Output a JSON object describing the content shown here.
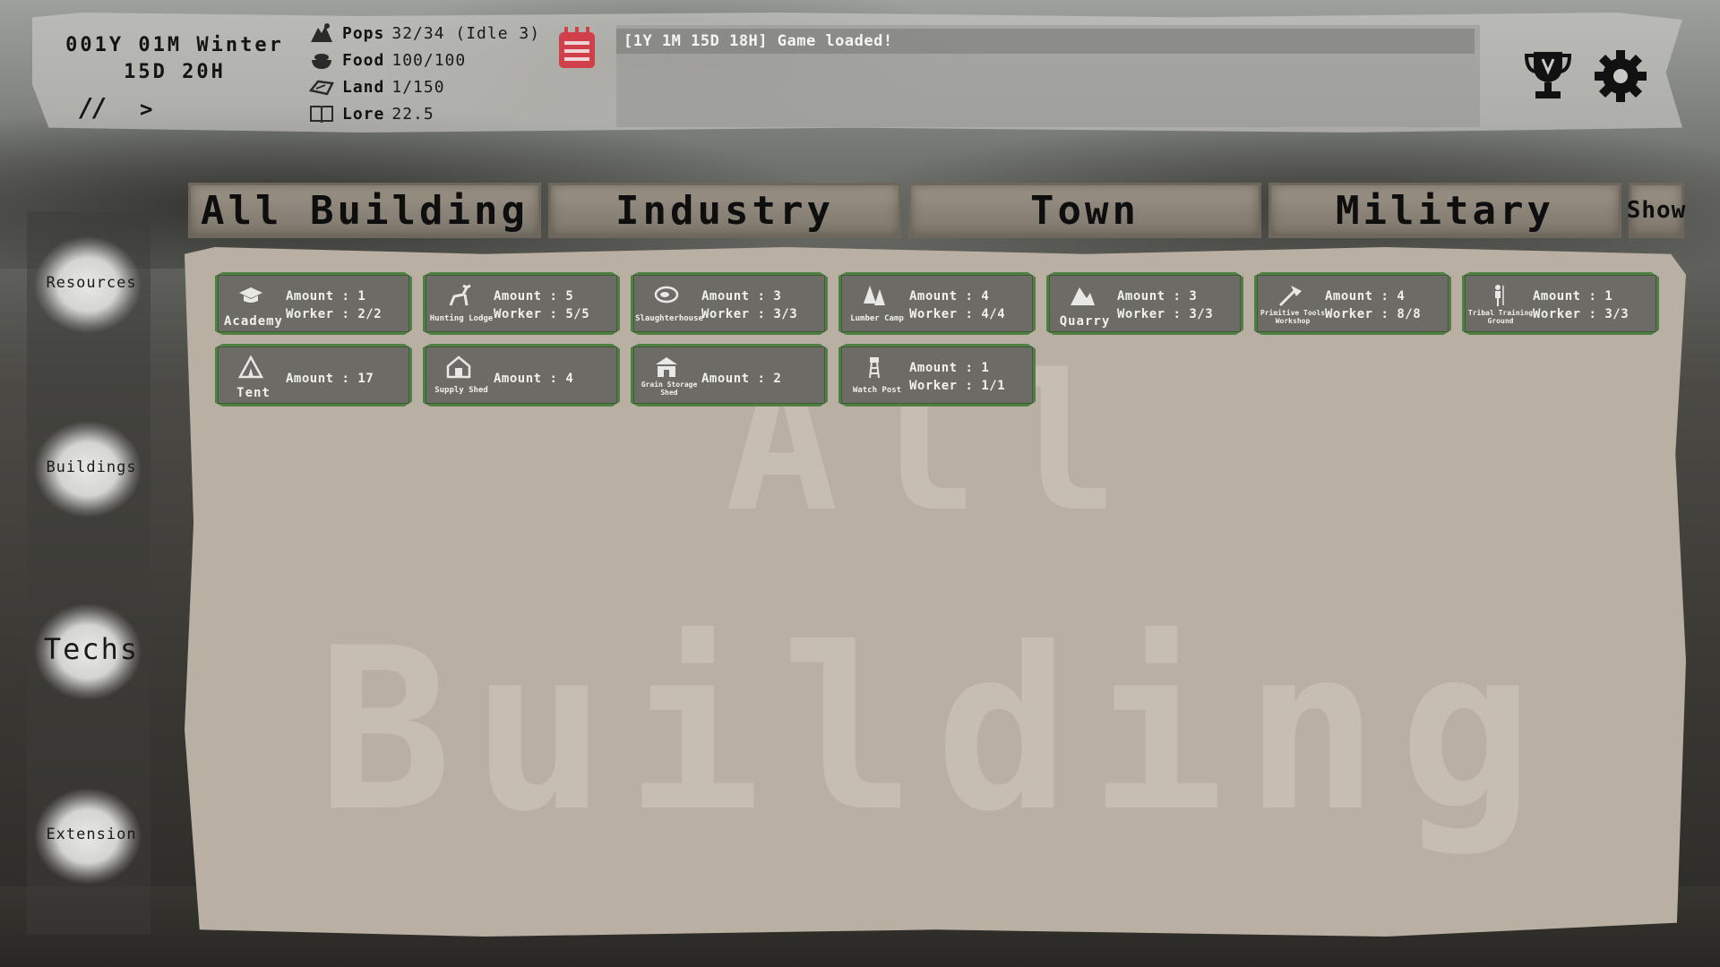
{
  "time": {
    "line1": "001Y 01M Winter",
    "line2": "15D 20H",
    "pause_label": "//",
    "next_label": ">"
  },
  "stats": [
    {
      "label": "Pops",
      "value": "32/34 (Idle 3)",
      "icon": "population-icon"
    },
    {
      "label": "Food",
      "value": "100/100",
      "icon": "food-icon"
    },
    {
      "label": "Land",
      "value": "1/150",
      "icon": "land-icon"
    },
    {
      "label": "Lore",
      "value": "22.5",
      "icon": "book-icon"
    }
  ],
  "log": {
    "message": "[1Y 1M 15D 18H] Game loaded!"
  },
  "tabs": [
    {
      "label": "All Building"
    },
    {
      "label": "Industry"
    },
    {
      "label": "Town"
    },
    {
      "label": "Military"
    },
    {
      "label": "Show"
    }
  ],
  "nav": [
    {
      "label": "Resources"
    },
    {
      "label": "Buildings"
    },
    {
      "label": "Techs"
    },
    {
      "label": "Extension"
    }
  ],
  "watermark": {
    "line1": "All",
    "line2": "Building"
  },
  "buildings": [
    {
      "name": "Academy",
      "amount": "Amount : 1",
      "worker": "Worker : 2/2",
      "icon": "graduation-cap-icon"
    },
    {
      "name": "Hunting Lodge",
      "amount": "Amount : 5",
      "worker": "Worker : 5/5",
      "icon": "deer-icon"
    },
    {
      "name": "Slaughterhouse",
      "amount": "Amount : 3",
      "worker": "Worker : 3/3",
      "icon": "meat-icon"
    },
    {
      "name": "Lumber Camp",
      "amount": "Amount : 4",
      "worker": "Worker : 4/4",
      "icon": "trees-icon"
    },
    {
      "name": "Quarry",
      "amount": "Amount : 3",
      "worker": "Worker : 3/3",
      "icon": "rocks-icon"
    },
    {
      "name": "Primitive Tools Workshop",
      "amount": "Amount : 4",
      "worker": "Worker : 8/8",
      "icon": "axe-icon"
    },
    {
      "name": "Tribal Training Ground",
      "amount": "Amount : 1",
      "worker": "Worker : 3/3",
      "icon": "warrior-icon"
    },
    {
      "name": "Tent",
      "amount": "Amount : 17",
      "worker": "",
      "icon": "tent-icon"
    },
    {
      "name": "Supply Shed",
      "amount": "Amount : 4",
      "worker": "",
      "icon": "shed-icon"
    },
    {
      "name": "Grain Storage Shed",
      "amount": "Amount : 2",
      "worker": "",
      "icon": "granary-icon"
    },
    {
      "name": "Watch Post",
      "amount": "Amount : 1",
      "worker": "Worker : 1/1",
      "icon": "watchtower-icon"
    }
  ],
  "colors": {
    "card_border": "#4f7f43",
    "card_bg": "#6c6b66",
    "log_icon": "#d0404a",
    "panel_bg": "#b9afa3"
  }
}
